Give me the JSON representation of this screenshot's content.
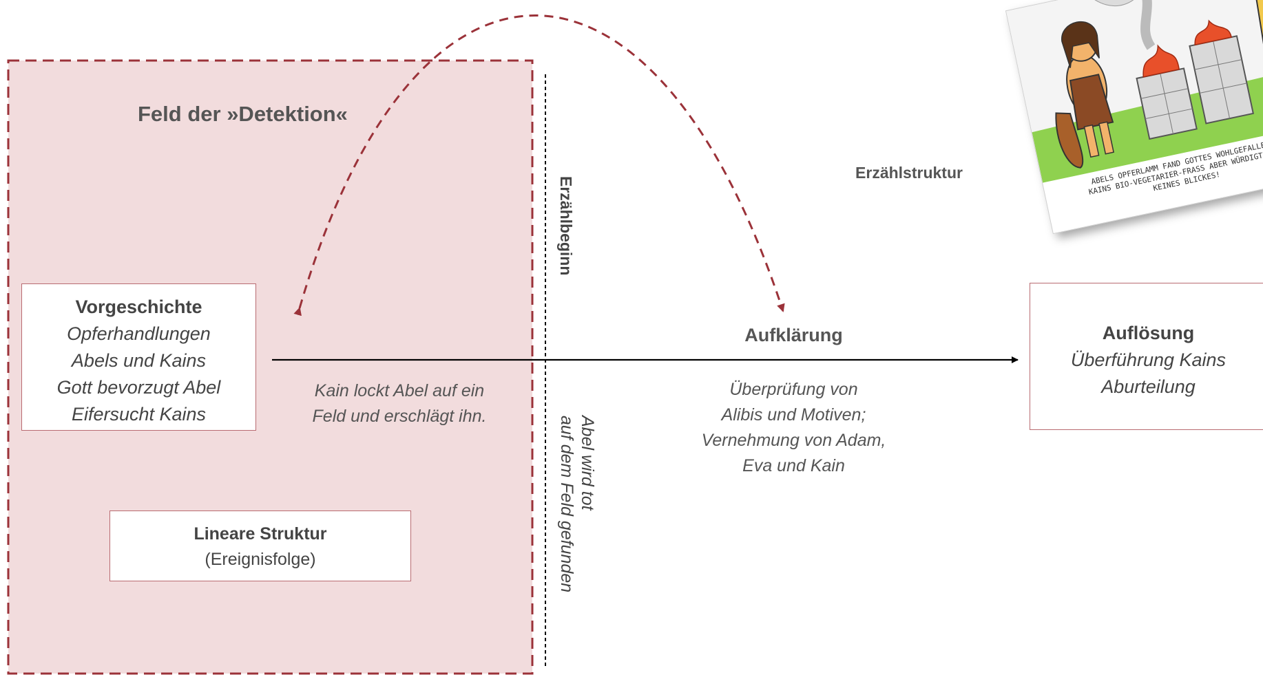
{
  "field": {
    "title": "Feld der »Detektion«"
  },
  "vorgeschichte": {
    "title": "Vorgeschichte",
    "lines": [
      "Opferhandlungen",
      "Abels und Kains",
      "Gott bevorzugt Abel",
      "Eifersucht Kains"
    ]
  },
  "lineare_struktur": {
    "title": "Lineare Struktur",
    "subtitle": "(Ereignisfolge)"
  },
  "event": {
    "lines": [
      "Kain lockt Abel auf ein",
      "Feld und erschlägt ihn."
    ]
  },
  "erzaehlbeginn": {
    "label": "Erzählbeginn"
  },
  "fund": {
    "lines": [
      "Abel wird tot",
      "auf dem Feld gefunden"
    ]
  },
  "erzaehlstruktur": {
    "label": "Erzählstruktur"
  },
  "aufklaerung": {
    "title": "Aufklärung",
    "lines": [
      "Überprüfung von",
      "Alibis und Motiven;",
      "Vernehmung von Adam,",
      "Eva und Kain"
    ]
  },
  "aufloesung": {
    "title": "Auflösung",
    "lines": [
      "Überführung Kains",
      "Aburteilung"
    ]
  },
  "cartoon": {
    "caption_lines": [
      "ABELS OPFERLAMM FAND GOTTES WOHLGEFALLEN,",
      "KAINS BIO-VEGETARIER-FRASS ABER WÜRDIGTE ER",
      "KEINES BLICKES!"
    ]
  },
  "colors": {
    "field_fill": "#f2dcdd",
    "field_border": "#9b3239",
    "curve": "#9b3239",
    "box_border": "#b86a70",
    "arrow": "#000000"
  }
}
